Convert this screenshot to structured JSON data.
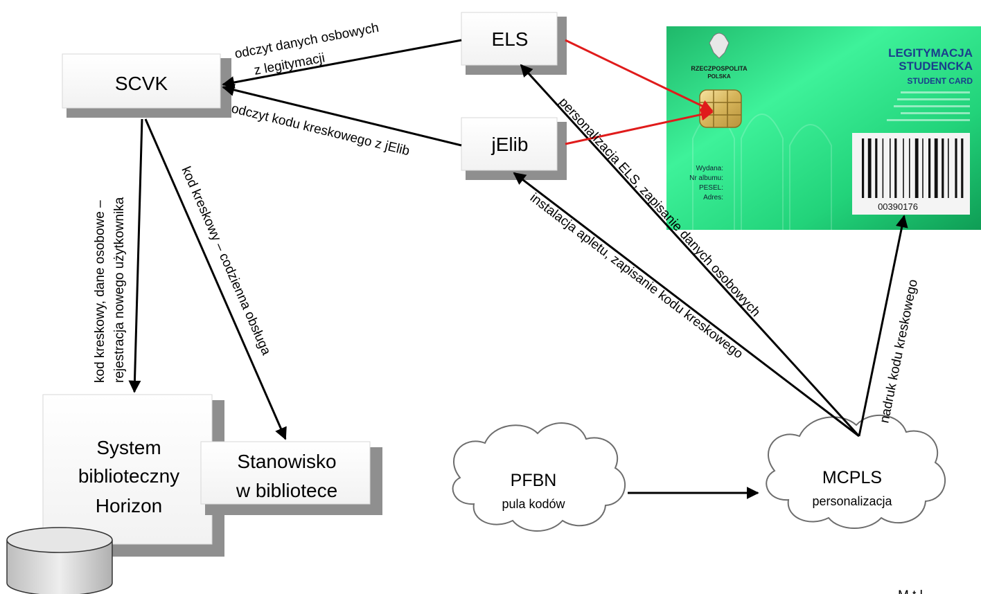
{
  "colors": {
    "arrow": "#000000",
    "chip_arrow": "#e01b1b",
    "card_green": "#22d37a"
  },
  "nodes": {
    "scvk": "SCVK",
    "els": "ELS",
    "jelib": "jElib",
    "horizon": [
      "System",
      "biblioteczny",
      "Horizon"
    ],
    "stanowisko": [
      "Stanowisko",
      "w bibliotece"
    ],
    "pfbn": {
      "title": "PFBN",
      "subtitle": "pula kodów"
    },
    "mcpls": {
      "title": "MCPLS",
      "subtitle": "personalizacja"
    }
  },
  "edges": {
    "els_scvk": [
      "odczyt danych osbowych",
      "z legitymacji"
    ],
    "jelib_scvk": "odczyt kodu kreskowego z jElib",
    "scvk_horizon": [
      "kod kreskowy, dane osobowe –",
      "rejestracja nowego użytkownika"
    ],
    "scvk_stanowisko": "kod kreskowy – codzienna obsługa",
    "mcpls_els": "personalizacja ELS, zapisanie danych osobowych",
    "mcpls_jelib": "instalacja apletu, zapisanie kodu kreskowego",
    "mcpls_card": "nadruk kodu kreskowego"
  },
  "card": {
    "title_lines": [
      "LEGITYMACJA",
      "STUDENCKA"
    ],
    "subtitle": "STUDENT CARD",
    "emblem_text": [
      "RZECZPOSPOLITA",
      "POLSKA"
    ],
    "fields": [
      "Wydana:",
      "Nr albumu:",
      "PESEL:",
      "Adres:"
    ],
    "barcode_number": "00390176"
  },
  "footer_fragment": "M  t        l"
}
